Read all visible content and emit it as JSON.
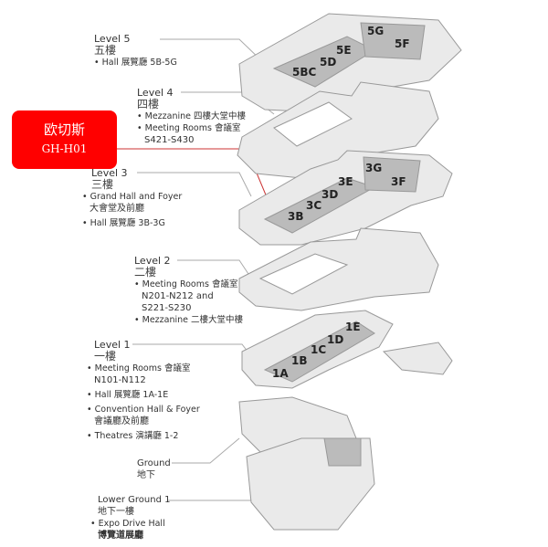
{
  "callout": {
    "name": "欧切斯",
    "code": "GH-H01",
    "color": "#ff0000"
  },
  "levels": [
    {
      "title": "Level 5",
      "cn": "五樓",
      "items": [
        "Hall 展覽廳 5B-5G"
      ]
    },
    {
      "title": "Level 4",
      "cn": "四樓",
      "items": [
        "Mezzanine 四樓大堂中樓",
        "Meeting Rooms 會議室",
        "S421-S430"
      ]
    },
    {
      "title": "Level 3",
      "cn": "三樓",
      "items": [
        "Grand Hall and Foyer",
        "大會堂及前廳",
        "Hall 展覽廳 3B-3G"
      ]
    },
    {
      "title": "Level 2",
      "cn": "二樓",
      "items": [
        "Meeting Rooms 會議室",
        "N201-N212 and",
        "S221-S230",
        "Mezzanine 二樓大堂中樓"
      ]
    },
    {
      "title": "Level 1",
      "cn": "一樓",
      "items": [
        "Meeting Rooms 會議室",
        "N101-N112",
        "Hall 展覽廳 1A-1E",
        "Convention Hall & Foyer",
        "會議廳及前廳",
        "Theatres 演講廳 1-2"
      ]
    },
    {
      "title": "Ground",
      "cn": "地下",
      "items": []
    },
    {
      "title": "Lower Ground 1",
      "cn": "地下一樓",
      "items": [
        "Expo Drive Hall",
        "博覽道展廳"
      ]
    }
  ],
  "halls": {
    "l5": [
      "5G",
      "5F",
      "5E",
      "5D",
      "5BC"
    ],
    "l3": [
      "3G",
      "3F",
      "3E",
      "3D",
      "3C",
      "3B"
    ],
    "l1": [
      "1E",
      "1D",
      "1C",
      "1B",
      "1A"
    ]
  }
}
